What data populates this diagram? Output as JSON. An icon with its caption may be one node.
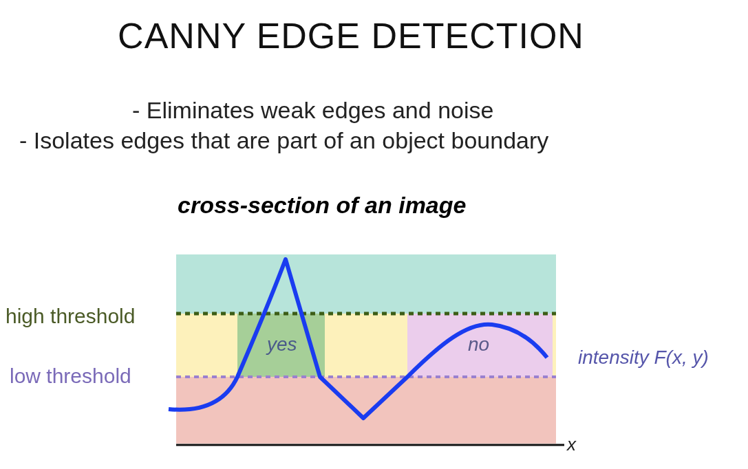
{
  "diagram": {
    "title": "CANNY EDGE DETECTION",
    "labels": [
      "- Eliminates weak edges and noise",
      "- Isolates edges that are part of an object boundary",
      "cross-section of an image",
      "high threshold",
      "yes",
      "no",
      "intensity F(x, y)",
      "low threshold",
      "x"
    ]
  }
}
